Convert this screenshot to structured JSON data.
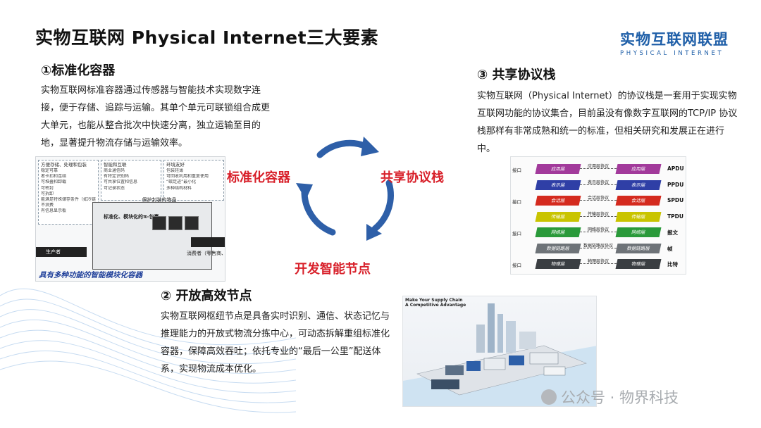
{
  "title": "实物互联网 Physical Internet三大要素",
  "logo": {
    "cn": "实物互联网联盟",
    "en": "PHYSICAL INTERNET"
  },
  "sections": [
    {
      "title": "①标准化容器",
      "text": "实物互联网标准容器通过传感器与智能技术实现数字连接，便于存储、追踪与运输。其单个单元可联锁组合成更大单元，也能从整合批次中快速分离，独立运输至目的地，显著提升物流存储与运输效率。"
    },
    {
      "title": "② 开放高效节点",
      "text": "实物互联网枢纽节点是具备实时识别、通信、状态记忆与推理能力的开放式物流分拣中心，可动态拆解重组标准化容器，保障高效吞吐；依托专业的“最后一公里”配送体系，实现物流成本优化。"
    },
    {
      "title": "③ 共享协议栈",
      "text": "实物互联网（Physical Internet）的协议栈是一套用于实现实物互联网功能的协议集合，目前虽没有像数字互联网的TCP/IP 协议栈那样有非常成熟和统一的标准，但相关研究和发展正在进行中。"
    }
  ],
  "cycle": {
    "labels": [
      "标准化容器",
      "共享协议栈",
      "开发智能节点"
    ],
    "arrow_color": "#2e5fa8",
    "label_color": "#d8202a"
  },
  "figure1": {
    "columns": [
      {
        "head": "方便存储、处理和包装",
        "items": [
          "稳定可靠",
          "者卡扣和连结",
          "可堆叠和卸载",
          "可密封",
          "可拆卸",
          "能满足特殊储存条件（如冷链运输）",
          "不浪费",
          "有信息显示板"
        ]
      },
      {
        "head": "智能和互联",
        "items": [
          "商业通信码",
          "有特定识别码",
          "可共享位置和信息",
          "可记录状态"
        ]
      },
      {
        "head": "环境友好",
        "items": [
          "包装轻薄",
          "可回收利用和重复使用",
          "“碳足迹”最小化",
          "多种结构材料"
        ]
      }
    ],
    "box_label": "保护封装的物品",
    "modular_label": "标准化、模块化的π-包裹",
    "producer": "生产者",
    "consumer": "消费者（零售商、批发商）",
    "caption": "具有多种功能的智能模块化容器"
  },
  "stack": {
    "rows": [
      {
        "iface": "接口",
        "left": "应用层",
        "proto": "应用层协议",
        "right": "应用层",
        "pdu": "APDU",
        "color": "#a23a9b"
      },
      {
        "iface": "",
        "left": "表示层",
        "proto": "表示层协议",
        "right": "表示层",
        "pdu": "PPDU",
        "color": "#2f3fa6"
      },
      {
        "iface": "接口",
        "left": "会话层",
        "proto": "会话层协议",
        "right": "会话层",
        "pdu": "SPDU",
        "color": "#d42a1e"
      },
      {
        "iface": "",
        "left": "传输层",
        "proto": "传输层协议",
        "right": "传输层",
        "pdu": "TPDU",
        "color": "#c9c400"
      },
      {
        "iface": "接口",
        "left": "网络层",
        "proto": "网络层协议",
        "right": "网络层",
        "pdu": "报文",
        "color": "#2a9a3a"
      },
      {
        "iface": "",
        "left": "数据链路层",
        "proto": "数据链路层协议",
        "right": "数据链路层",
        "pdu": "帧",
        "color": "#6e7378"
      },
      {
        "iface": "接口",
        "left": "物理层",
        "proto": "物理层协议",
        "right": "物理层",
        "pdu": "比特",
        "color": "#3a3e42"
      }
    ]
  },
  "city": {
    "tag_line1": "Make Your Supply Chain",
    "tag_line2": "A Competitive Advantage"
  },
  "watermark": "公众号 · 物界科技"
}
